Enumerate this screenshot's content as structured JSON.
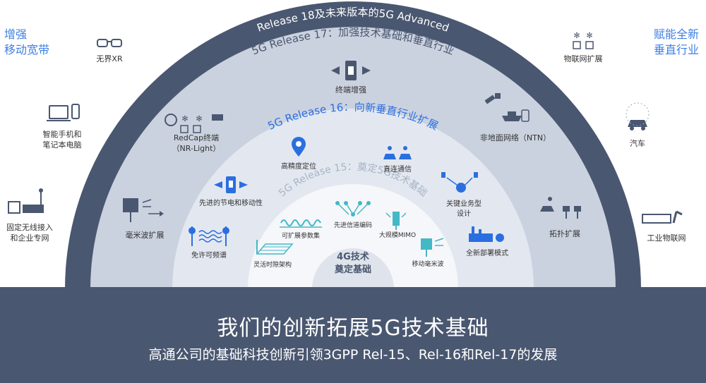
{
  "arcs": {
    "r18": "Release 18及未来版本的5G Advanced",
    "r17": "5G Release 17：加强技术基础和垂直行业",
    "r16": "5G Release 16：向新垂直行业扩展",
    "r15": "5G Release 15：奠定5G技术基础"
  },
  "core": {
    "line1": "4G技术",
    "line2": "奠定基础"
  },
  "corners": {
    "left_top": [
      "增强",
      "移动宽带"
    ],
    "right_top": [
      "赋能全新",
      "垂直行业"
    ]
  },
  "outside_left": [
    {
      "id": "xr",
      "lines": [
        "无界XR"
      ],
      "icon": "vr-glasses-icon"
    },
    {
      "id": "phone",
      "lines": [
        "智能手机和",
        "笔记本电脑"
      ],
      "icon": "laptop-phone-icon"
    },
    {
      "id": "fwa",
      "lines": [
        "固定无线接入",
        "和企业专网"
      ],
      "icon": "building-antenna-icon"
    }
  ],
  "outside_right": [
    {
      "id": "iot",
      "lines": [
        "物联网扩展"
      ],
      "icon": "iot-sensors-icon"
    },
    {
      "id": "car",
      "lines": [
        "汽车"
      ],
      "icon": "car-icon"
    },
    {
      "id": "iiot",
      "lines": [
        "工业物联网"
      ],
      "icon": "factory-robot-icon"
    }
  ],
  "r17_items": [
    {
      "id": "device",
      "lines": [
        "终端增强"
      ],
      "icon": "mobile-device-icon"
    },
    {
      "id": "redcap",
      "lines": [
        "RedCap终端",
        "（NR-Light）"
      ],
      "icon": "wearables-icon"
    },
    {
      "id": "ntn",
      "lines": [
        "非地面网络（NTN）"
      ],
      "icon": "satellite-ship-icon"
    },
    {
      "id": "mmwave",
      "lines": [
        "毫米波扩展"
      ],
      "icon": "mmwave-panel-icon"
    },
    {
      "id": "topo",
      "lines": [
        "拓扑扩展"
      ],
      "icon": "topology-icon"
    }
  ],
  "r16_items": [
    {
      "id": "pos",
      "lines": [
        "高精度定位"
      ],
      "icon": "location-pin-icon"
    },
    {
      "id": "v2x",
      "lines": [
        "直连通信"
      ],
      "icon": "cars-direct-icon"
    },
    {
      "id": "power",
      "lines": [
        "先进的节电和移动性"
      ],
      "icon": "phone-battery-icon"
    },
    {
      "id": "urllc",
      "lines": [
        "关键业务型",
        "设计"
      ],
      "icon": "mission-critical-icon"
    },
    {
      "id": "unlic",
      "lines": [
        "免许可频谱"
      ],
      "icon": "unlicensed-towers-icon"
    },
    {
      "id": "deploy",
      "lines": [
        "全新部署模式"
      ],
      "icon": "factory-deploy-icon"
    }
  ],
  "r15_items": [
    {
      "id": "numerology",
      "lines": [
        "可扩展参数集"
      ],
      "icon": "waves-icon"
    },
    {
      "id": "ldpc",
      "lines": [
        "先进信道编码"
      ],
      "icon": "channel-coding-icon"
    },
    {
      "id": "mimo",
      "lines": [
        "大规模MIMO"
      ],
      "icon": "massive-mimo-icon"
    },
    {
      "id": "tdd",
      "lines": [
        "灵活时隙架构"
      ],
      "icon": "slot-frame-icon"
    },
    {
      "id": "mmw",
      "lines": [
        "移动毫米波"
      ],
      "icon": "mobile-mmwave-icon"
    }
  ],
  "banner": {
    "title": "我们的创新拓展5G技术基础",
    "subtitle": "高通公司的基础科技创新引领3GPP Rel-15、Rel-16和Rel-17的发展"
  },
  "colors": {
    "dark": "#4a5770",
    "ring17": "#cbd2df",
    "ring16": "#e3e8f0",
    "ring15": "#f3f5f9",
    "accent": "#2b6ee0",
    "teal": "#43b8c6",
    "light_text": "#a9b4c6"
  }
}
